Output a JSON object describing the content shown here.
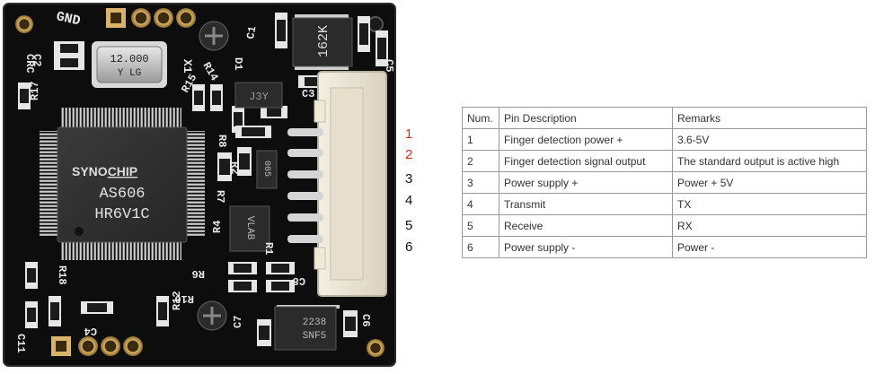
{
  "board": {
    "chip_brand": "SYNOCHIP",
    "chip_brand_part1": "SYNO",
    "chip_brand_part2": "CHIP",
    "chip_model": "AS606",
    "chip_code": "HR6V1C",
    "crystal_line1": "12.000",
    "crystal_line2": "Y LG",
    "ic_small_top": "162K",
    "ic_small_mid": "J3Y",
    "ic_small_left": "VLAB",
    "ic_bottom_line1": "2238",
    "ic_bottom_line2": "SNF5",
    "ic_side": "005",
    "silkscreen": {
      "gnd": "GND",
      "c1": "C1",
      "c2": "C2",
      "c3": "C3",
      "c4": "C4",
      "c5": "C5",
      "c6": "C6",
      "c7": "C7",
      "c8": "C8",
      "c11": "C11",
      "crc": "CRC",
      "r1": "R1",
      "r2": "R2",
      "r4": "R4",
      "r6": "R6",
      "r7": "R7",
      "r8": "R8",
      "r10": "R10",
      "r12": "R12",
      "r14": "R14",
      "r15": "R15",
      "r17": "R17",
      "r18": "R18",
      "x1": "X1",
      "d1": "D1"
    }
  },
  "pin_labels": [
    "1",
    "2",
    "3",
    "4",
    "5",
    "6"
  ],
  "colors": {
    "pin_highlight": "#e0241b",
    "pin_text": "#111111",
    "pcb": "#0d0d0d"
  },
  "table": {
    "headers": [
      "Num.",
      "Pin Description",
      "Remarks"
    ],
    "rows": [
      [
        "1",
        "Finger detection power +",
        "3.6-5V"
      ],
      [
        "2",
        "Finger detection signal output",
        "The standard output is active high"
      ],
      [
        "3",
        "Power supply +",
        "Power + 5V"
      ],
      [
        "4",
        "Transmit",
        "TX"
      ],
      [
        "5",
        "Receive",
        "RX"
      ],
      [
        "6",
        "Power supply -",
        "Power -"
      ]
    ]
  }
}
